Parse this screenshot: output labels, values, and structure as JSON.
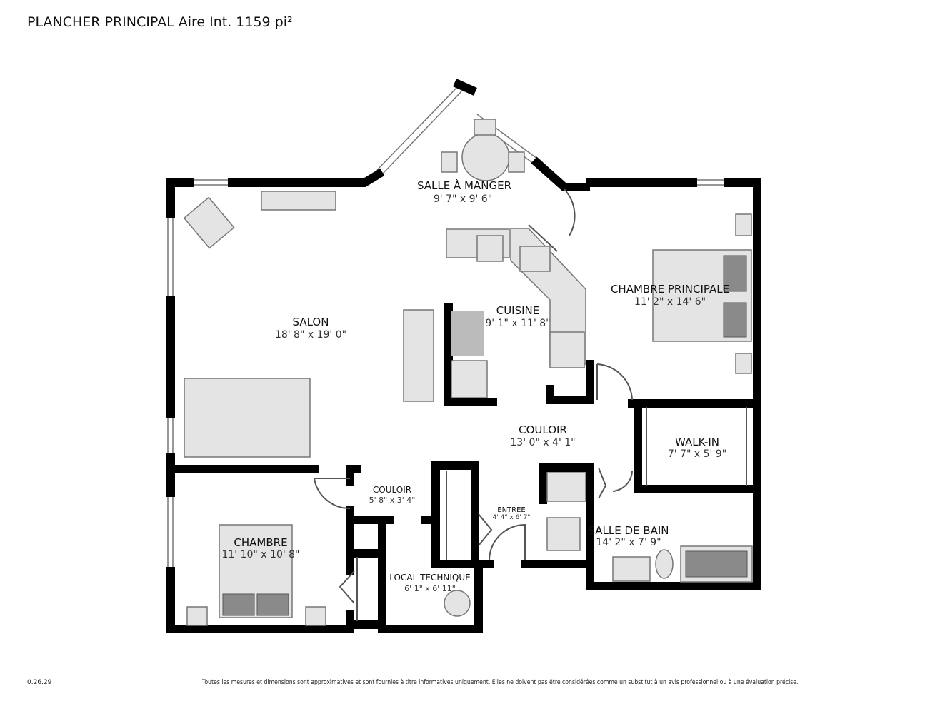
{
  "header": {
    "title": "PLANCHER PRINCIPAL Aire Int. 1159 pi²"
  },
  "rooms": {
    "salle_a_manger": {
      "name": "SALLE À MANGER",
      "dims": "9' 7\" x 9' 6\""
    },
    "salon": {
      "name": "SALON",
      "dims": "18' 8\" x 19' 0\""
    },
    "cuisine": {
      "name": "CUISINE",
      "dims": "9' 1\" x 11' 8\""
    },
    "chambre_principale": {
      "name": "CHAMBRE PRINCIPALE",
      "dims": "11' 2\" x 14' 6\""
    },
    "couloir": {
      "name": "COULOIR",
      "dims": "13' 0\" x 4' 1\""
    },
    "walk_in": {
      "name": "WALK-IN",
      "dims": "7' 7\" x 5' 9\""
    },
    "couloir2": {
      "name": "COULOIR",
      "dims": "5' 8\" x 3' 4\""
    },
    "entree": {
      "name": "ENTRÉE",
      "dims": "4' 4\" x 6' 7\""
    },
    "salle_de_bain": {
      "name": "SALLE DE BAIN",
      "dims": "14' 2\" x 7' 9\""
    },
    "chambre": {
      "name": "CHAMBRE",
      "dims": "11' 10\" x 10' 8\""
    },
    "local_technique": {
      "name": "LOCAL TECHNIQUE",
      "dims": "6' 1\" x 6' 11\""
    }
  },
  "footer": {
    "version": "0.26.29",
    "disclaimer": "Toutes les mesures et dimensions sont approximatives et sont fournies à titre informatives uniquement. Elles ne doivent pas être considérées comme un substitut à un avis professionnel ou à une évaluation précise."
  }
}
